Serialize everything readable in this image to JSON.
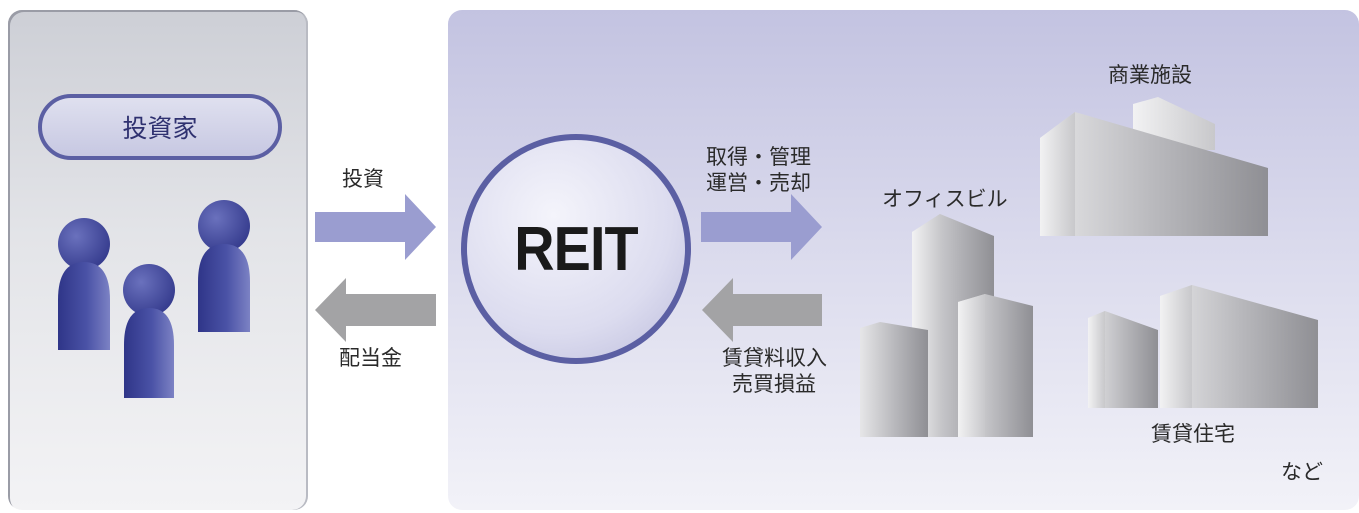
{
  "investor": {
    "label": "投資家"
  },
  "flows": {
    "invest": "投資",
    "dividend": "配当金",
    "acquire_line1": "取得・管理",
    "acquire_line2": "運営・売却",
    "income_line1": "賃貸料収入",
    "income_line2": "売買損益"
  },
  "reit": {
    "label": "REIT"
  },
  "properties": {
    "commercial": "商業施設",
    "office": "オフィスビル",
    "residential": "賃貸住宅",
    "etc": "など"
  },
  "colors": {
    "investor_blue": "#3d4494",
    "arrow_purple": "#9a9dd0",
    "arrow_gray": "#a3a3a5",
    "reit_ring": "#5b5fa3"
  }
}
